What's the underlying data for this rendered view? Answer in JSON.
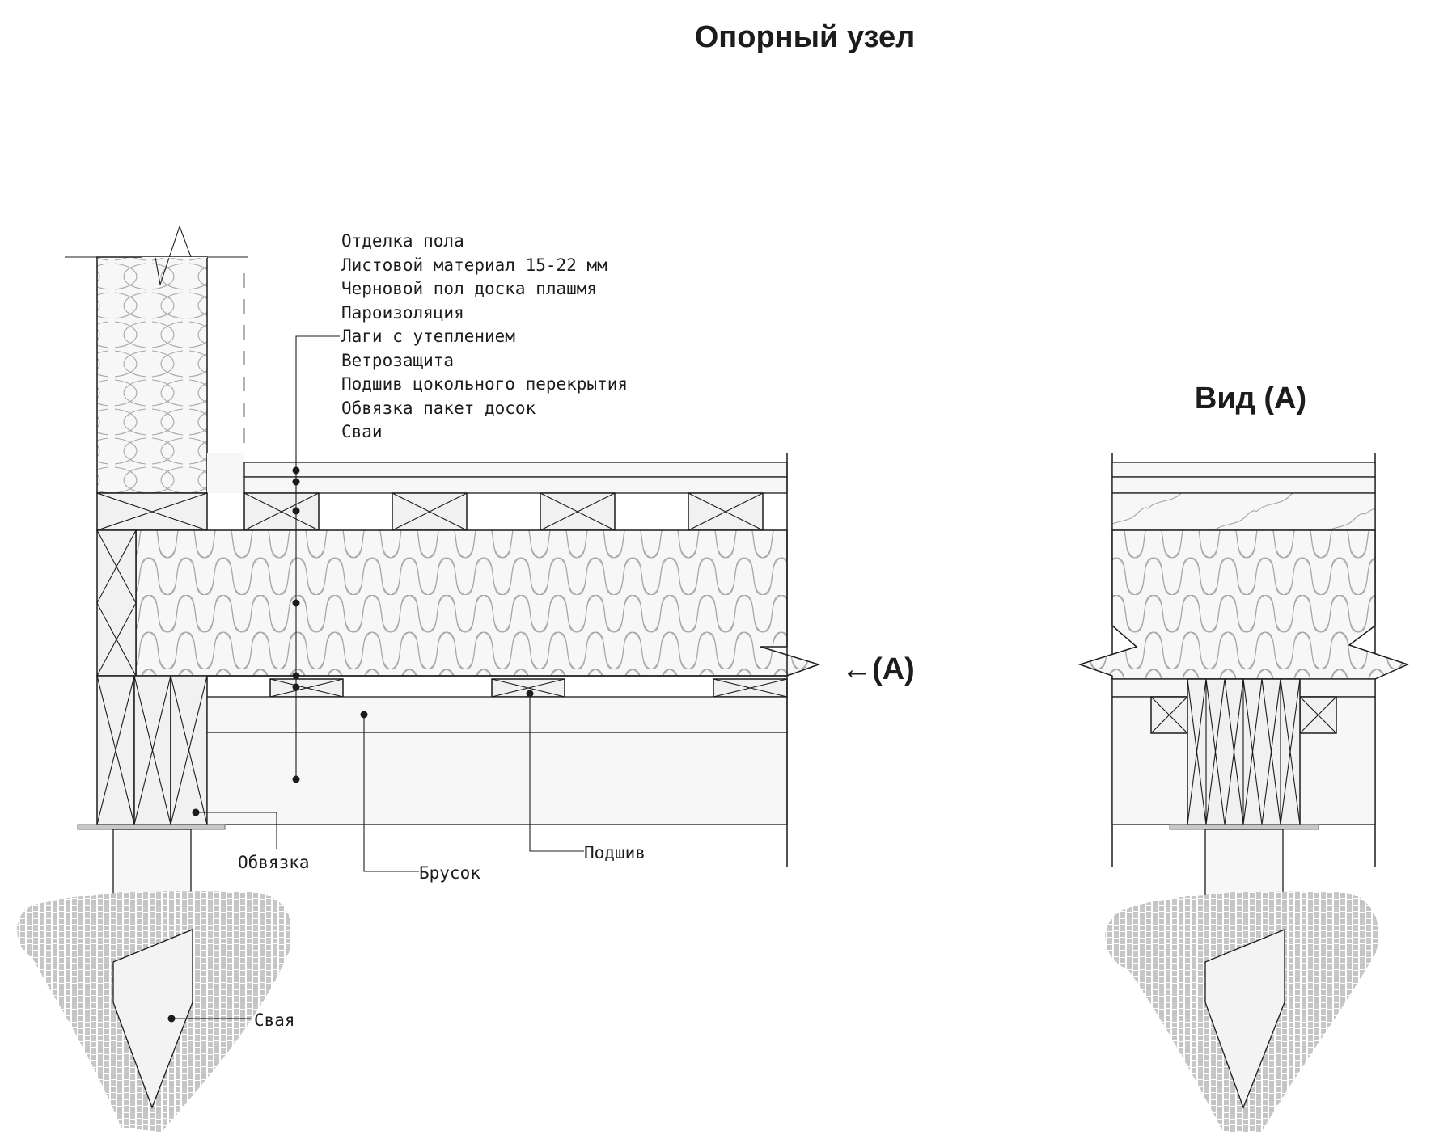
{
  "titles": {
    "main": "Опорный узел",
    "view": "Вид (А)"
  },
  "section_marker": "←(А)",
  "layers": [
    "Отделка пола",
    "Листовой материал 15-22 мм",
    "Черновой пол доска плашмя",
    "Пароизоляция",
    "Лаги с утеплением",
    "Ветрозащита",
    "Подшив цокольного перекрытия",
    "Обвязка пакет досок",
    "Сваи"
  ],
  "callouts": {
    "obvyazka": "Обвязка",
    "brusok": "Брусок",
    "podshiv": "Подшив",
    "svaya": "Свая"
  }
}
